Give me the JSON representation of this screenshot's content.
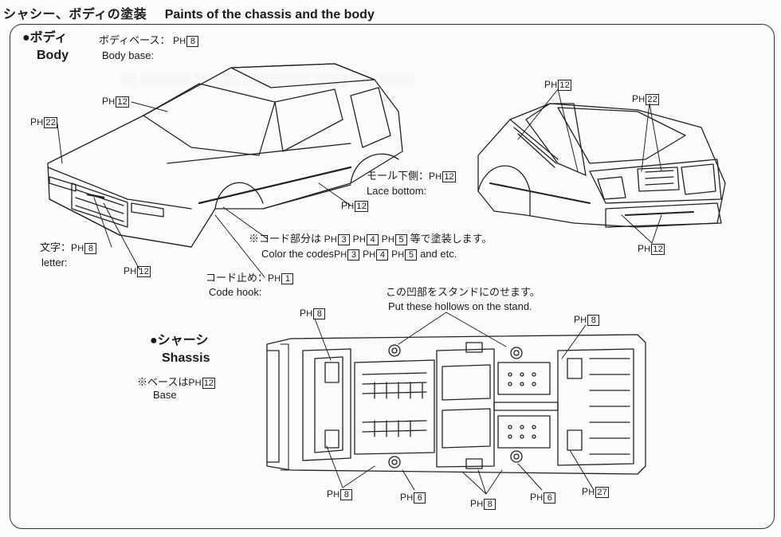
{
  "header": {
    "jp": "シャシー、ボディの塗装",
    "en": "Paints of the chassis and the body"
  },
  "body_section": {
    "bullet_jp": "●ボディ",
    "bullet_en": "Body",
    "base_jp": "ボディベース：",
    "base_code": "8",
    "base_en": "Body base:"
  },
  "labels": {
    "ph": "P",
    "ph_sub": "H",
    "c12a": "12",
    "c22a": "22",
    "c12b": "12",
    "c22b": "22",
    "molding_jp": "モール下側：",
    "molding_code": "12",
    "molding_en": "Lace bottom:",
    "c12c": "12",
    "c12d": "12",
    "c12e": "12",
    "letter_jp": "文字：",
    "letter_code": "8",
    "letter_en": "letter:",
    "codes_jp_pre": "※コード部分は",
    "codes_jp_post": "等で塗装します。",
    "codes_en_pre": "Color the codes",
    "codes_en_post": "and etc.",
    "codes": [
      "3",
      "4",
      "5"
    ],
    "hook_jp": "コード止め：",
    "hook_code": "1",
    "hook_en": "Code hook:"
  },
  "chassis_section": {
    "bullet_jp": "●シャーシ",
    "bullet_en": "Shassis",
    "base_jp": "※ベースは",
    "base_code": "12",
    "base_en": "Base",
    "stand_jp": "この凹部をスタンドにのせます。",
    "stand_en": "Put these  hollows on the stand.",
    "c8a": "8",
    "c8b": "8",
    "c8c": "8",
    "c8d": "8",
    "c6a": "6",
    "c6b": "6",
    "c27": "27"
  }
}
